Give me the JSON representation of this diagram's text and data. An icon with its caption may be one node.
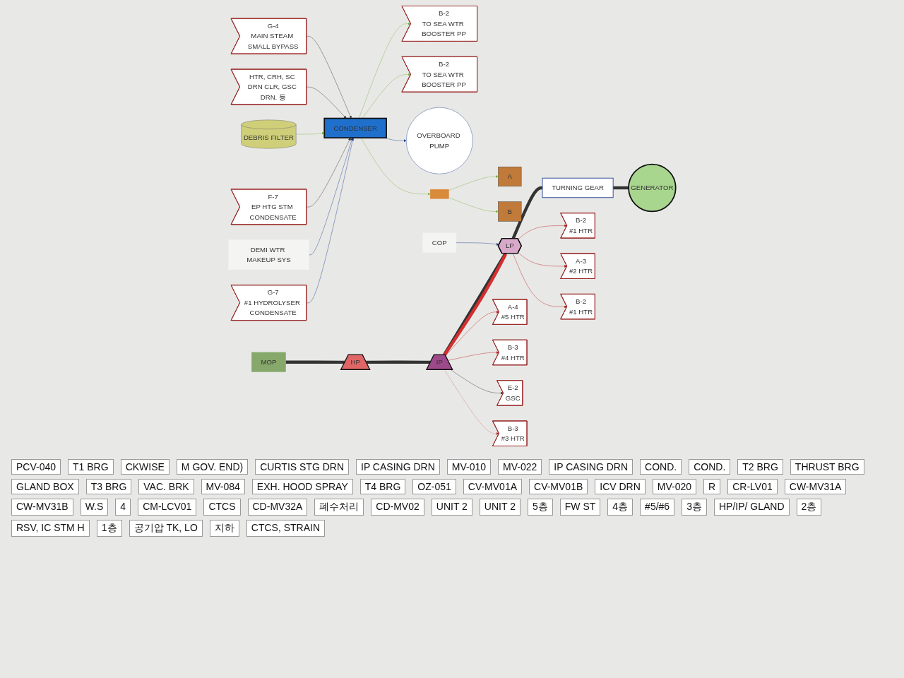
{
  "diagram": {
    "nodes": [
      {
        "text": [
          "HP"
        ]
      },
      {
        "text": [
          "IP"
        ]
      },
      {
        "text": [
          "LP"
        ]
      },
      {
        "text": [
          "GENERATOR"
        ]
      },
      {
        "text": [
          "CONDENSER"
        ]
      },
      {
        "text": [
          "TURNING GEAR"
        ]
      },
      {
        "text": [
          "DEBRIS FILTER"
        ]
      },
      {
        "text": [
          "A-4",
          "#5 HTR"
        ]
      },
      {
        "text": [
          "B-3",
          "#4 HTR"
        ]
      },
      {
        "text": [
          "B-2",
          "#1 HTR"
        ]
      },
      {
        "text": [
          "A-3",
          "#2 HTR"
        ]
      },
      {
        "text": [
          "B-2",
          "#1 HTR"
        ]
      },
      {
        "text": [
          "E-2",
          "GSC"
        ]
      },
      {
        "text": [
          "B-3",
          "#3 HTR"
        ]
      },
      {
        "text": [
          "B-2",
          "TO SEA WTR BOOSTER PP"
        ]
      },
      {
        "text": [
          "G-4",
          "MAIN STEAM SMALL BYPASS"
        ]
      },
      {
        "text": [
          "HTR, CRH, SC DRN CLR, GSC DRN. 등"
        ]
      },
      {
        "text": [
          "B-2",
          "TO SEA WTR BOOSTER PP"
        ]
      },
      {
        "text": [
          "F-7",
          "EP HTG STM CONDENSATE"
        ]
      },
      {
        "text": [
          "G-7",
          "#1 HYDROLYSER CONDENSATE"
        ]
      },
      {
        "text": [
          "A"
        ]
      },
      {
        "text": [
          "B"
        ]
      },
      {
        "text": [
          "OVERBOARD PUMP"
        ]
      },
      {
        "text": [
          "MOP"
        ]
      },
      {
        "text": [
          "DEMI WTR MAKEUP SYS"
        ]
      },
      {
        "text": [
          "COP"
        ]
      },
      {
        "text": [],
        "shape": "box"
      }
    ],
    "edges": [
      {
        "from": 23,
        "to": 0,
        "arrow": "none",
        "style": "thick",
        "color": "#333333"
      },
      {
        "from": 0,
        "to": 1,
        "arrow": "none",
        "style": "thick",
        "color": "#333333"
      },
      {
        "from": 1,
        "to": 2,
        "arrow": "none",
        "style": "thick",
        "color": "#333333"
      },
      {
        "from": 2,
        "to": 5,
        "arrow": "none",
        "style": "thick",
        "color": "#333333"
      },
      {
        "from": 5,
        "to": 3,
        "arrow": "none",
        "style": "thick",
        "color": "#333333"
      },
      {
        "from": 1,
        "to": 2,
        "arrow": "to",
        "style": "thick",
        "color": "#d32f2f"
      },
      {
        "from": 1,
        "to": 7,
        "arrow": "to",
        "color": "#b71c1c"
      },
      {
        "from": 1,
        "to": 8,
        "arrow": "to",
        "color": "#b71c1c"
      },
      {
        "from": 2,
        "to": 9,
        "arrow": "to",
        "color": "#b71c1c"
      },
      {
        "from": 2,
        "to": 10,
        "arrow": "to",
        "color": "#b71c1c"
      },
      {
        "from": 2,
        "to": 11,
        "arrow": "to",
        "color": "#b71c1c"
      },
      {
        "from": 1,
        "to": 12,
        "arrow": "to"
      },
      {
        "from": 1,
        "to": 13,
        "arrow": "to",
        "style": "dashed",
        "color": "#b71c1c"
      },
      {
        "from": 4,
        "to": 14,
        "arrow": "to",
        "color": "#7cb342"
      },
      {
        "from": 15,
        "to": 4,
        "arrow": "to"
      },
      {
        "from": 16,
        "to": 4,
        "arrow": "to"
      },
      {
        "from": 6,
        "to": 4,
        "arrow": "to",
        "color": "#7cb342"
      },
      {
        "from": 4,
        "to": 17,
        "arrow": "to",
        "color": "#7cb342"
      },
      {
        "from": 18,
        "to": 4,
        "arrow": "to"
      },
      {
        "from": 24,
        "to": 4,
        "arrow": "to",
        "color": "#1a3d8f"
      },
      {
        "from": 19,
        "to": 4,
        "arrow": "to",
        "color": "#1a3d8f"
      },
      {
        "from": 25,
        "to": 2,
        "arrow": "to",
        "color": "#1a3d8f"
      },
      {
        "from": 4,
        "to": 22,
        "arrow": "to",
        "color": "#1a3d8f"
      },
      {
        "from": 4,
        "to": 26,
        "arrow": "to",
        "color": "#7cb342"
      },
      {
        "from": 26,
        "to": 20,
        "arrow": "to",
        "color": "#7cb342"
      },
      {
        "from": 26,
        "to": 21,
        "arrow": "to",
        "color": "#7cb342"
      }
    ],
    "labels": [
      "PCV-040",
      "T1 BRG",
      "CKWISE",
      "M GOV. END)",
      "CURTIS STG DRN",
      "IP CASING DRN",
      "MV-010",
      "MV-022",
      "IP CASING DRN",
      "COND.",
      "COND.",
      "T2 BRG",
      "THRUST BRG",
      "GLAND BOX",
      "T3 BRG",
      "VAC. BRK",
      "MV-084",
      "EXH. HOOD SPRAY",
      "T4 BRG",
      "OZ-051",
      "CV-MV01A",
      "CV-MV01B",
      "ICV DRN",
      "MV-020",
      "R",
      "CR-LV01",
      "CW-MV31A",
      "CW-MV31B",
      "W.S",
      "4",
      "CM-LCV01",
      "CTCS",
      "CD-MV32A",
      "폐수처리",
      "CD-MV02",
      "UNIT 2",
      "UNIT 2",
      "5층",
      "FW ST",
      "4층",
      "#5/#6",
      "3층",
      "HP/IP/ GLAND",
      "2층",
      "RSV, IC STM H",
      "1층",
      "공기압 TK, LO",
      "지하",
      "CTCS, STRAIN"
    ]
  }
}
